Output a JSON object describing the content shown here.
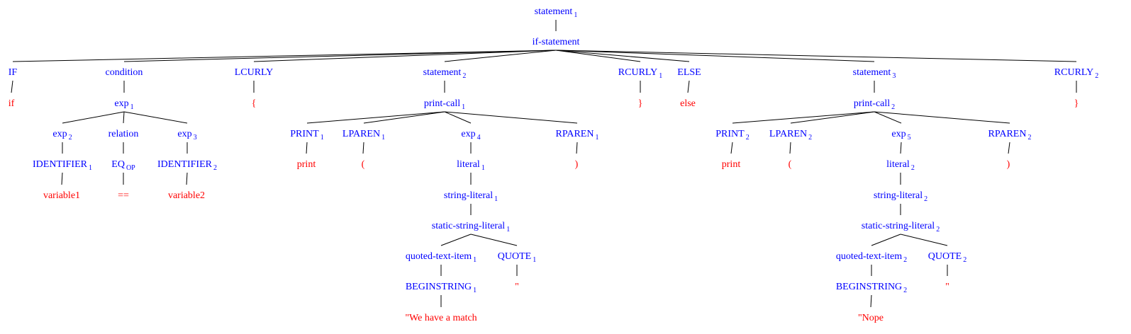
{
  "colors": {
    "nonterminal": "#0000ff",
    "terminal": "#ff0000",
    "edge": "#000000"
  },
  "nodes": [
    {
      "id": "n0",
      "label": "statement",
      "sub": "1"
    },
    {
      "id": "n1",
      "label": "if-statement",
      "sub": ""
    },
    {
      "id": "n2",
      "label": "IF",
      "sub": ""
    },
    {
      "id": "n3",
      "label": "if",
      "sub": "",
      "terminal": true
    },
    {
      "id": "n4",
      "label": "condition",
      "sub": ""
    },
    {
      "id": "n5",
      "label": "exp",
      "sub": "1"
    },
    {
      "id": "n6",
      "label": "exp",
      "sub": "2"
    },
    {
      "id": "n7",
      "label": "IDENTIFIER",
      "sub": "1"
    },
    {
      "id": "n8",
      "label": "variable1",
      "sub": "",
      "terminal": true
    },
    {
      "id": "n9",
      "label": "relation",
      "sub": ""
    },
    {
      "id": "n10",
      "label": "EQ",
      "sub": "OP"
    },
    {
      "id": "n11",
      "label": "==",
      "sub": "",
      "terminal": true
    },
    {
      "id": "n12",
      "label": "exp",
      "sub": "3"
    },
    {
      "id": "n13",
      "label": "IDENTIFIER",
      "sub": "2"
    },
    {
      "id": "n14",
      "label": "variable2",
      "sub": "",
      "terminal": true
    },
    {
      "id": "n15",
      "label": "LCURLY",
      "sub": ""
    },
    {
      "id": "n16",
      "label": "{",
      "sub": "",
      "terminal": true
    },
    {
      "id": "n17",
      "label": "statement",
      "sub": "2"
    },
    {
      "id": "n18",
      "label": "print-call",
      "sub": "1"
    },
    {
      "id": "n19",
      "label": "PRINT",
      "sub": "1"
    },
    {
      "id": "n20",
      "label": "print",
      "sub": "",
      "terminal": true
    },
    {
      "id": "n21",
      "label": "LPAREN",
      "sub": "1"
    },
    {
      "id": "n22",
      "label": "(",
      "sub": "",
      "terminal": true
    },
    {
      "id": "n23",
      "label": "exp",
      "sub": "4"
    },
    {
      "id": "n24",
      "label": "literal",
      "sub": "1"
    },
    {
      "id": "n25",
      "label": "string-literal",
      "sub": "1"
    },
    {
      "id": "n26",
      "label": "static-string-literal",
      "sub": "1"
    },
    {
      "id": "n27",
      "label": "quoted-text-item",
      "sub": "1"
    },
    {
      "id": "n28",
      "label": "BEGINSTRING",
      "sub": "1"
    },
    {
      "id": "n29",
      "label": "\"We have a match",
      "sub": "",
      "terminal": true
    },
    {
      "id": "n30",
      "label": "QUOTE",
      "sub": "1"
    },
    {
      "id": "n31",
      "label": "\"",
      "sub": "",
      "terminal": true
    },
    {
      "id": "n32",
      "label": "RPAREN",
      "sub": "1"
    },
    {
      "id": "n33",
      "label": ")",
      "sub": "",
      "terminal": true
    },
    {
      "id": "n34",
      "label": "RCURLY",
      "sub": "1"
    },
    {
      "id": "n35",
      "label": "}",
      "sub": "",
      "terminal": true
    },
    {
      "id": "n36",
      "label": "ELSE",
      "sub": ""
    },
    {
      "id": "n37",
      "label": "else",
      "sub": "",
      "terminal": true
    },
    {
      "id": "n38",
      "label": "statement",
      "sub": "3"
    },
    {
      "id": "n39",
      "label": "print-call",
      "sub": "2"
    },
    {
      "id": "n40",
      "label": "PRINT",
      "sub": "2"
    },
    {
      "id": "n41",
      "label": "print",
      "sub": "",
      "terminal": true
    },
    {
      "id": "n42",
      "label": "LPAREN",
      "sub": "2"
    },
    {
      "id": "n43",
      "label": "(",
      "sub": "",
      "terminal": true
    },
    {
      "id": "n44",
      "label": "exp",
      "sub": "5"
    },
    {
      "id": "n45",
      "label": "literal",
      "sub": "2"
    },
    {
      "id": "n46",
      "label": "string-literal",
      "sub": "2"
    },
    {
      "id": "n47",
      "label": "static-string-literal",
      "sub": "2"
    },
    {
      "id": "n48",
      "label": "quoted-text-item",
      "sub": "2"
    },
    {
      "id": "n49",
      "label": "BEGINSTRING",
      "sub": "2"
    },
    {
      "id": "n50",
      "label": "\"Nope",
      "sub": "",
      "terminal": true
    },
    {
      "id": "n51",
      "label": "QUOTE",
      "sub": "2"
    },
    {
      "id": "n52",
      "label": "\"",
      "sub": "",
      "terminal": true
    },
    {
      "id": "n53",
      "label": "RPAREN",
      "sub": "2"
    },
    {
      "id": "n54",
      "label": ")",
      "sub": "",
      "terminal": true
    },
    {
      "id": "n55",
      "label": "RCURLY",
      "sub": "2"
    },
    {
      "id": "n56",
      "label": "}",
      "sub": "",
      "terminal": true
    }
  ],
  "edges": [
    [
      "n0",
      "n1"
    ],
    [
      "n1",
      "n2"
    ],
    [
      "n1",
      "n4"
    ],
    [
      "n1",
      "n15"
    ],
    [
      "n1",
      "n17"
    ],
    [
      "n1",
      "n34"
    ],
    [
      "n1",
      "n36"
    ],
    [
      "n1",
      "n38"
    ],
    [
      "n1",
      "n55"
    ],
    [
      "n2",
      "n3"
    ],
    [
      "n4",
      "n5"
    ],
    [
      "n5",
      "n6"
    ],
    [
      "n5",
      "n9"
    ],
    [
      "n5",
      "n12"
    ],
    [
      "n6",
      "n7"
    ],
    [
      "n7",
      "n8"
    ],
    [
      "n9",
      "n10"
    ],
    [
      "n10",
      "n11"
    ],
    [
      "n12",
      "n13"
    ],
    [
      "n13",
      "n14"
    ],
    [
      "n15",
      "n16"
    ],
    [
      "n17",
      "n18"
    ],
    [
      "n18",
      "n19"
    ],
    [
      "n18",
      "n21"
    ],
    [
      "n18",
      "n23"
    ],
    [
      "n18",
      "n32"
    ],
    [
      "n19",
      "n20"
    ],
    [
      "n21",
      "n22"
    ],
    [
      "n23",
      "n24"
    ],
    [
      "n24",
      "n25"
    ],
    [
      "n25",
      "n26"
    ],
    [
      "n26",
      "n27"
    ],
    [
      "n26",
      "n30"
    ],
    [
      "n27",
      "n28"
    ],
    [
      "n28",
      "n29"
    ],
    [
      "n30",
      "n31"
    ],
    [
      "n32",
      "n33"
    ],
    [
      "n34",
      "n35"
    ],
    [
      "n36",
      "n37"
    ],
    [
      "n38",
      "n39"
    ],
    [
      "n39",
      "n40"
    ],
    [
      "n39",
      "n42"
    ],
    [
      "n39",
      "n44"
    ],
    [
      "n39",
      "n53"
    ],
    [
      "n40",
      "n41"
    ],
    [
      "n42",
      "n43"
    ],
    [
      "n44",
      "n45"
    ],
    [
      "n45",
      "n46"
    ],
    [
      "n46",
      "n47"
    ],
    [
      "n47",
      "n48"
    ],
    [
      "n47",
      "n51"
    ],
    [
      "n48",
      "n49"
    ],
    [
      "n49",
      "n50"
    ],
    [
      "n51",
      "n52"
    ],
    [
      "n53",
      "n54"
    ],
    [
      "n55",
      "n56"
    ]
  ]
}
